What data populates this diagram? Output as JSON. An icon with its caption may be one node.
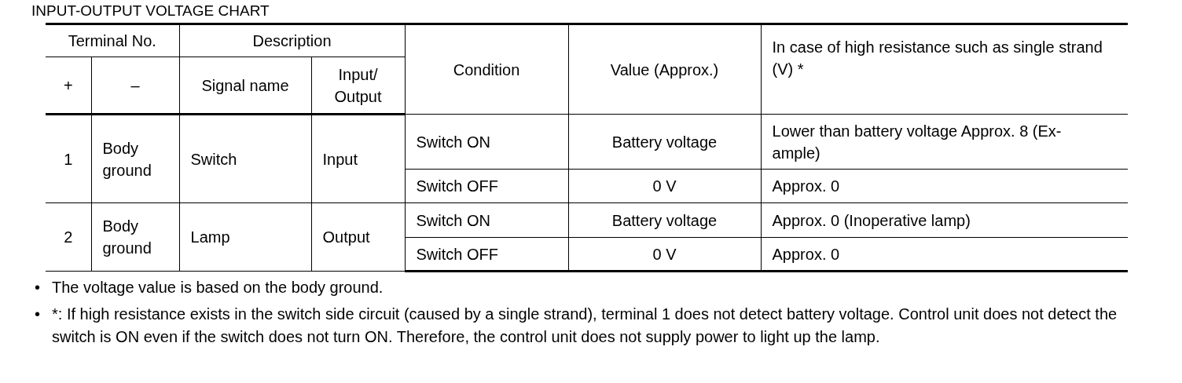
{
  "diagram": {
    "title": "INPUT-OUTPUT VOLTAGE CHART",
    "labels": [
      "Terminal No.",
      "Description",
      "Condition",
      "Value (Approx.)",
      "In case of high resistance such as single strand (V) *",
      "+",
      "–",
      "Signal name",
      "Input/ Output",
      "1",
      "Body ground",
      "Switch",
      "Input",
      "Switch ON",
      "Battery voltage",
      "Lower than battery voltage Approx. 8 (Ex- ample)",
      "Switch OFF",
      "0 V",
      "Approx. 0",
      "2",
      "Body ground",
      "Lamp",
      "Output",
      "Switch ON",
      "Battery voltage",
      "Approx. 0 (Inoperative lamp)",
      "Switch OFF",
      "0 V",
      "Approx. 0",
      "•",
      "The voltage value is based on the body ground.",
      "•",
      "*: If high resistance exists in the switch side circuit (caused by a single strand), terminal 1 does not detect battery voltage. Control unit does not detect the switch is ON even if the switch does not turn ON. Therefore, the control unit does not supply power to light up the lamp."
    ]
  }
}
